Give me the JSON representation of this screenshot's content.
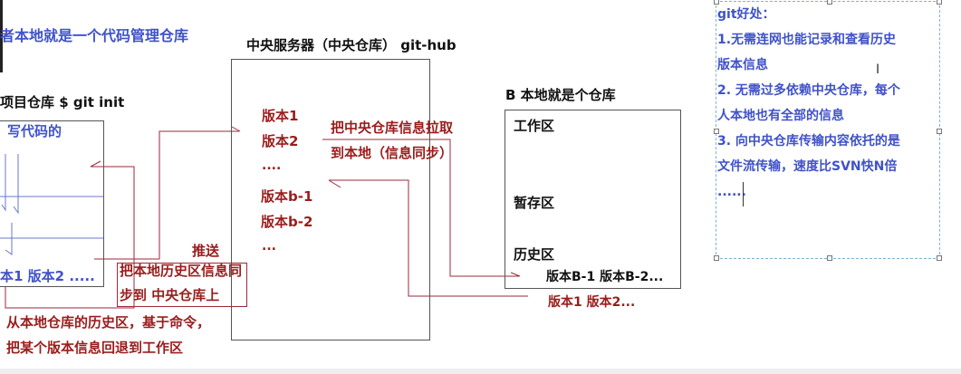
{
  "title_left": "者本地就是一个代码管理仓库",
  "central": {
    "title": "中央服务器（中央仓库） git-hub",
    "versions": [
      "版本1",
      "版本2",
      "....",
      "版本b-1",
      "版本b-2",
      "..."
    ]
  },
  "local_a": {
    "title": "项目仓库 $ git init",
    "write_label": "写代码的",
    "versions": "本1   版本2    ....."
  },
  "push": {
    "label": "推送",
    "desc_line1": "把本地历史区信息同",
    "desc_line2": "步到 中央仓库上"
  },
  "pull": {
    "line1": "把中央仓库信息拉取",
    "line2": "到本地（信息同步）"
  },
  "rollback": {
    "line1": "从本地仓库的历史区，基于命令，",
    "line2": "把某个版本信息回退到工作区"
  },
  "local_b": {
    "title": "B 本地就是个仓库",
    "workspace": "工作区",
    "staging": "暂存区",
    "history": "历史区",
    "versions_b": "版本B-1  版本B-2...",
    "versions_synced": "版本1  版本2..."
  },
  "notes": {
    "lines": [
      "git好处：",
      "1.无需连网也能记录和查看历史",
      "版本信息",
      "2. 无需过多依赖中央仓库，每个",
      "人本地也有全部的信息",
      "3. 向中央仓库传输内容依托的是",
      "文件流传输，速度比SVN快N倍",
      "......"
    ]
  }
}
